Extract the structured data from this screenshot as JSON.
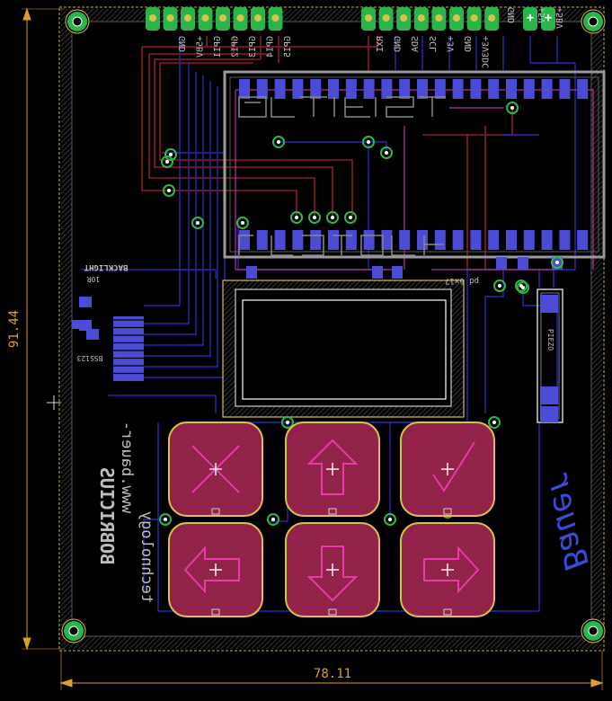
{
  "dimensions": {
    "width": "78.11",
    "height": "91.44"
  },
  "header_left_labels": [
    "GND",
    "+5BV",
    "GPI1",
    "GPI2",
    "GPI3",
    "GPI4",
    "GPI5"
  ],
  "header_right_labels": [
    "RXI",
    "GND",
    "SDA",
    "SCL",
    "+3V",
    "GND",
    "+3V3DC",
    "GND",
    "+5V",
    "+5BV"
  ],
  "silkscreen": {
    "backlight": "BACKLIGHT",
    "r_value": "10R",
    "transistor": "BSS123",
    "piezo": "PIEZO",
    "display_label": "pd 6x17",
    "brand": "BOBRICIUS",
    "url_line1": "www.bauer-",
    "url_line2": "technology",
    "signature": "Bauer"
  },
  "colors": {
    "background": "#000000",
    "copper_top": "#8c1d2a",
    "copper_bottom": "#2828b0",
    "pad": "#4b4bd6",
    "button_fill": "#8e2147",
    "button_symbol": "#e83aa8",
    "outline": "#d8c24a",
    "header_pad": "#2ab54a",
    "dimension": "#d8a02a",
    "silk": "#bfbfbf"
  },
  "buttons": [
    {
      "name": "cancel",
      "symbol": "x-icon"
    },
    {
      "name": "up",
      "symbol": "up-arrow-icon"
    },
    {
      "name": "ok",
      "symbol": "check-icon"
    },
    {
      "name": "left",
      "symbol": "left-arrow-icon"
    },
    {
      "name": "down",
      "symbol": "down-arrow-icon"
    },
    {
      "name": "right",
      "symbol": "right-arrow-icon"
    }
  ]
}
